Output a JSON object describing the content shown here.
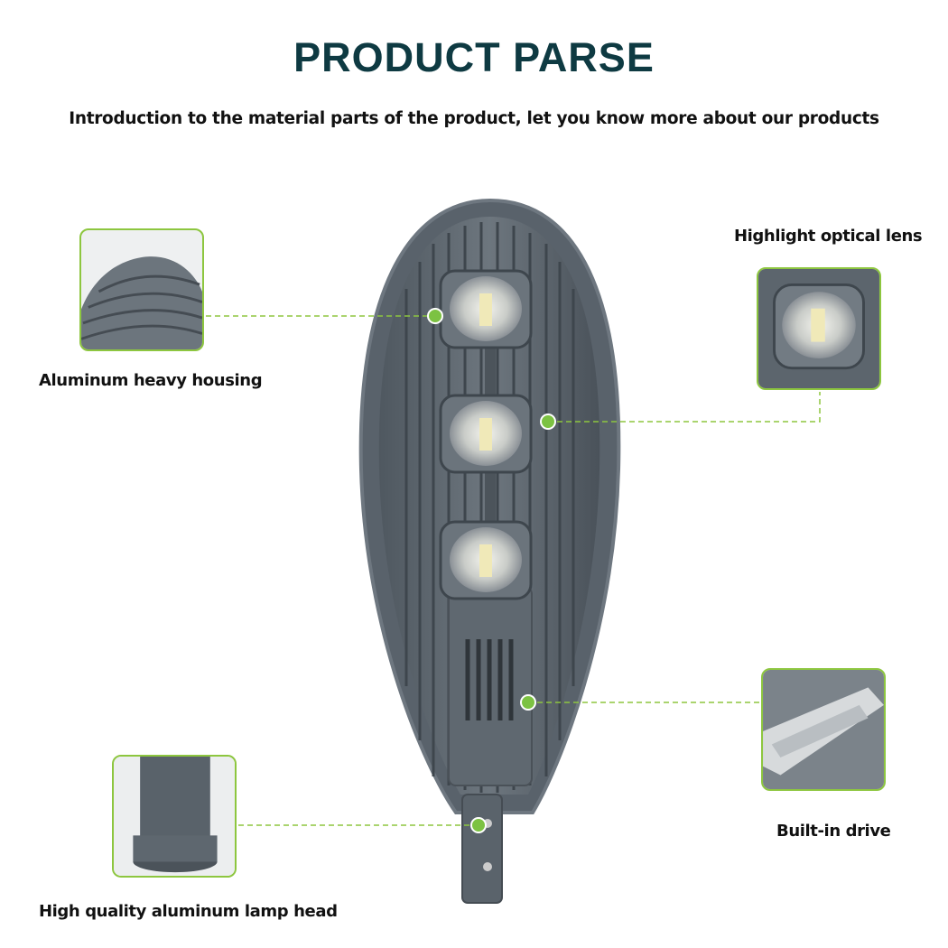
{
  "header": {
    "title": "PRODUCT PARSE",
    "subtitle": "Introduction to the material parts of the product, let you know more about our products"
  },
  "callouts": [
    {
      "label": "Aluminum heavy housing"
    },
    {
      "label": "Highlight optical lens"
    },
    {
      "label": "Built-in drive"
    },
    {
      "label": "High quality aluminum lamp head"
    }
  ],
  "colors": {
    "title": "#0e3a42",
    "accent": "#8dc63f",
    "housing": "#5d6670"
  }
}
